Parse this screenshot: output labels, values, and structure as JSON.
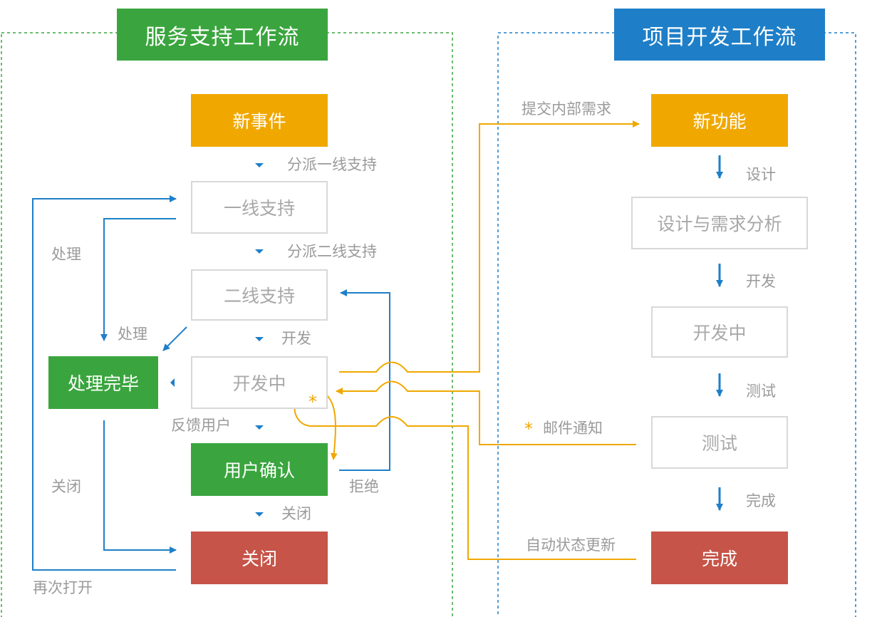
{
  "sections": {
    "service": {
      "title": "服务支持工作流",
      "color": "#3aa53e"
    },
    "project": {
      "title": "项目开发工作流",
      "color": "#1e7fc8"
    }
  },
  "colors": {
    "orange": "#f0a800",
    "green": "#3aa53e",
    "red": "#c65448",
    "blue": "#1e7fc8",
    "outline": "#d8d8d8",
    "label": "#9a9a9a"
  },
  "service_nodes": {
    "new_incident": "新事件",
    "first_line": "一线支持",
    "second_line": "二线支持",
    "in_dev": "开发中",
    "resolved": "处理完毕",
    "user_confirm": "用户确认",
    "closed": "关闭"
  },
  "service_labels": {
    "assign_first": "分派一线支持",
    "assign_second": "分派二线支持",
    "develop": "开发",
    "handle_left": "处理",
    "handle_right": "处理",
    "feedback_user": "反馈用户",
    "close_left": "关闭",
    "close_bottom": "关闭",
    "reject": "拒绝",
    "reopen": "再次打开",
    "star": "*"
  },
  "project_nodes": {
    "new_feature": "新功能",
    "design": "设计与需求分析",
    "in_dev": "开发中",
    "testing": "测试",
    "done": "完成"
  },
  "project_labels": {
    "submit_internal": "提交内部需求",
    "design": "设计",
    "develop": "开发",
    "test": "测试",
    "complete": "完成",
    "mail_notify": "邮件通知",
    "star": "*",
    "auto_update": "自动状态更新"
  }
}
